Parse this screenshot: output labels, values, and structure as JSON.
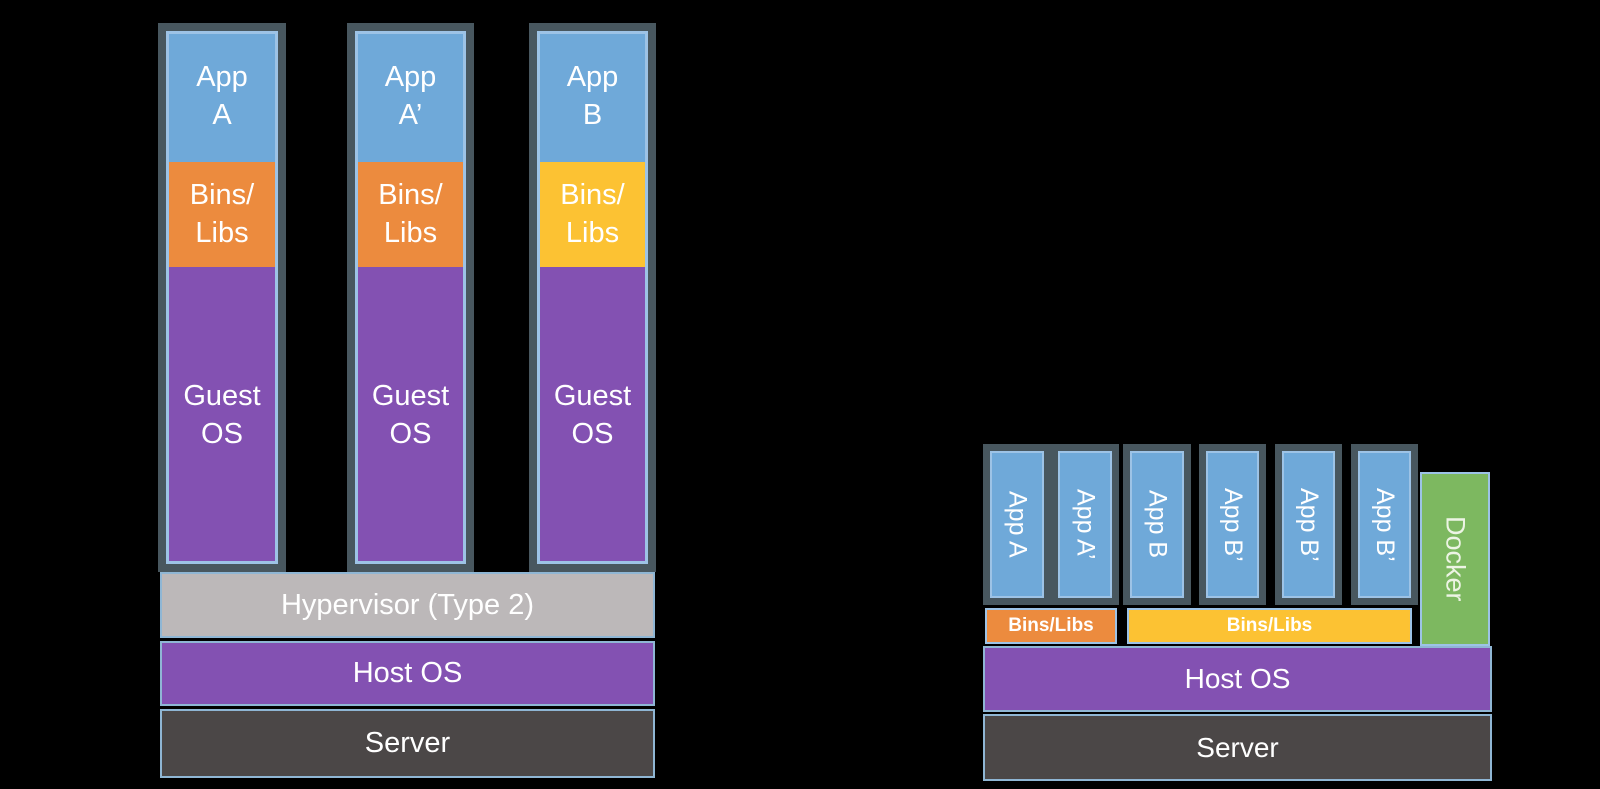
{
  "colors": {
    "background": "#000000",
    "app_blue": "#6FA9D9",
    "bins_orange": "#EC8B3E",
    "bins_yellow": "#FCC233",
    "os_purple": "#8351B2",
    "hypervisor_gray": "#BCB8B9",
    "server_dark_gray": "#4B4747",
    "docker_green": "#7DB860",
    "column_border_slate": "#48575F",
    "light_blue_border": "#9DC3E6"
  },
  "vm_diagram": {
    "columns": [
      {
        "app": "App\nA",
        "bins": "Bins/\nLibs",
        "bins_color": "#EC8B3E",
        "os": "Guest\nOS"
      },
      {
        "app": "App\nA’",
        "bins": "Bins/\nLibs",
        "bins_color": "#EC8B3E",
        "os": "Guest\nOS"
      },
      {
        "app": "App\nB",
        "bins": "Bins/\nLibs",
        "bins_color": "#FCC233",
        "os": "Guest\nOS"
      }
    ],
    "hypervisor_label": "Hypervisor (Type 2)",
    "host_os_label": "Host OS",
    "server_label": "Server"
  },
  "container_diagram": {
    "apps": [
      "App A",
      "App A’",
      "App B",
      "App B’",
      "App B’",
      "App B’"
    ],
    "bins_groups": [
      {
        "label": "Bins/Libs",
        "color": "#EC8B3E"
      },
      {
        "label": "Bins/Libs",
        "color": "#FCC233"
      }
    ],
    "docker_label": "Docker",
    "host_os_label": "Host OS",
    "server_label": "Server"
  }
}
